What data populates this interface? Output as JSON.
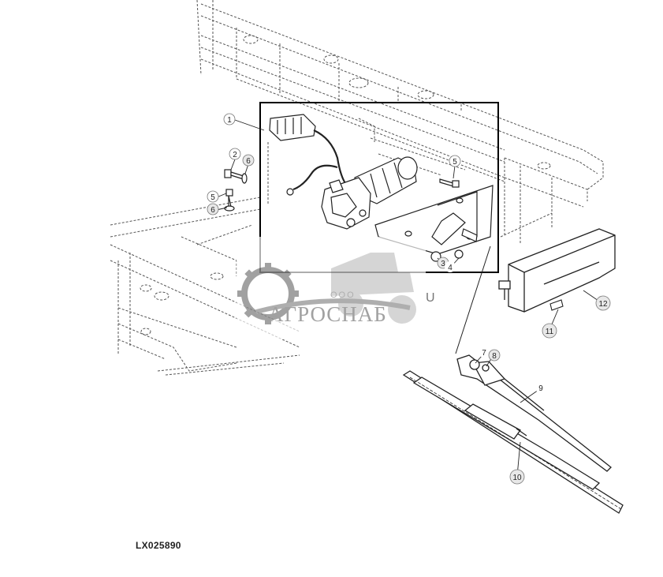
{
  "figure_id": "LX025890",
  "watermark": {
    "line1": "ООО",
    "line2": "АГРОСНАБ"
  },
  "callouts": [
    {
      "id": "c1a",
      "label": "1"
    },
    {
      "id": "c2",
      "label": "2"
    },
    {
      "id": "c6a",
      "label": "6"
    },
    {
      "id": "c5a",
      "label": "5"
    },
    {
      "id": "c6b",
      "label": "6"
    },
    {
      "id": "c5b",
      "label": "5"
    },
    {
      "id": "c3",
      "label": "3"
    },
    {
      "id": "c4",
      "label": "4"
    },
    {
      "id": "c7",
      "label": "7"
    },
    {
      "id": "c8",
      "label": "8"
    },
    {
      "id": "c9",
      "label": "9"
    },
    {
      "id": "c10",
      "label": "10"
    },
    {
      "id": "c11",
      "label": "11"
    },
    {
      "id": "c12",
      "label": "12"
    }
  ]
}
